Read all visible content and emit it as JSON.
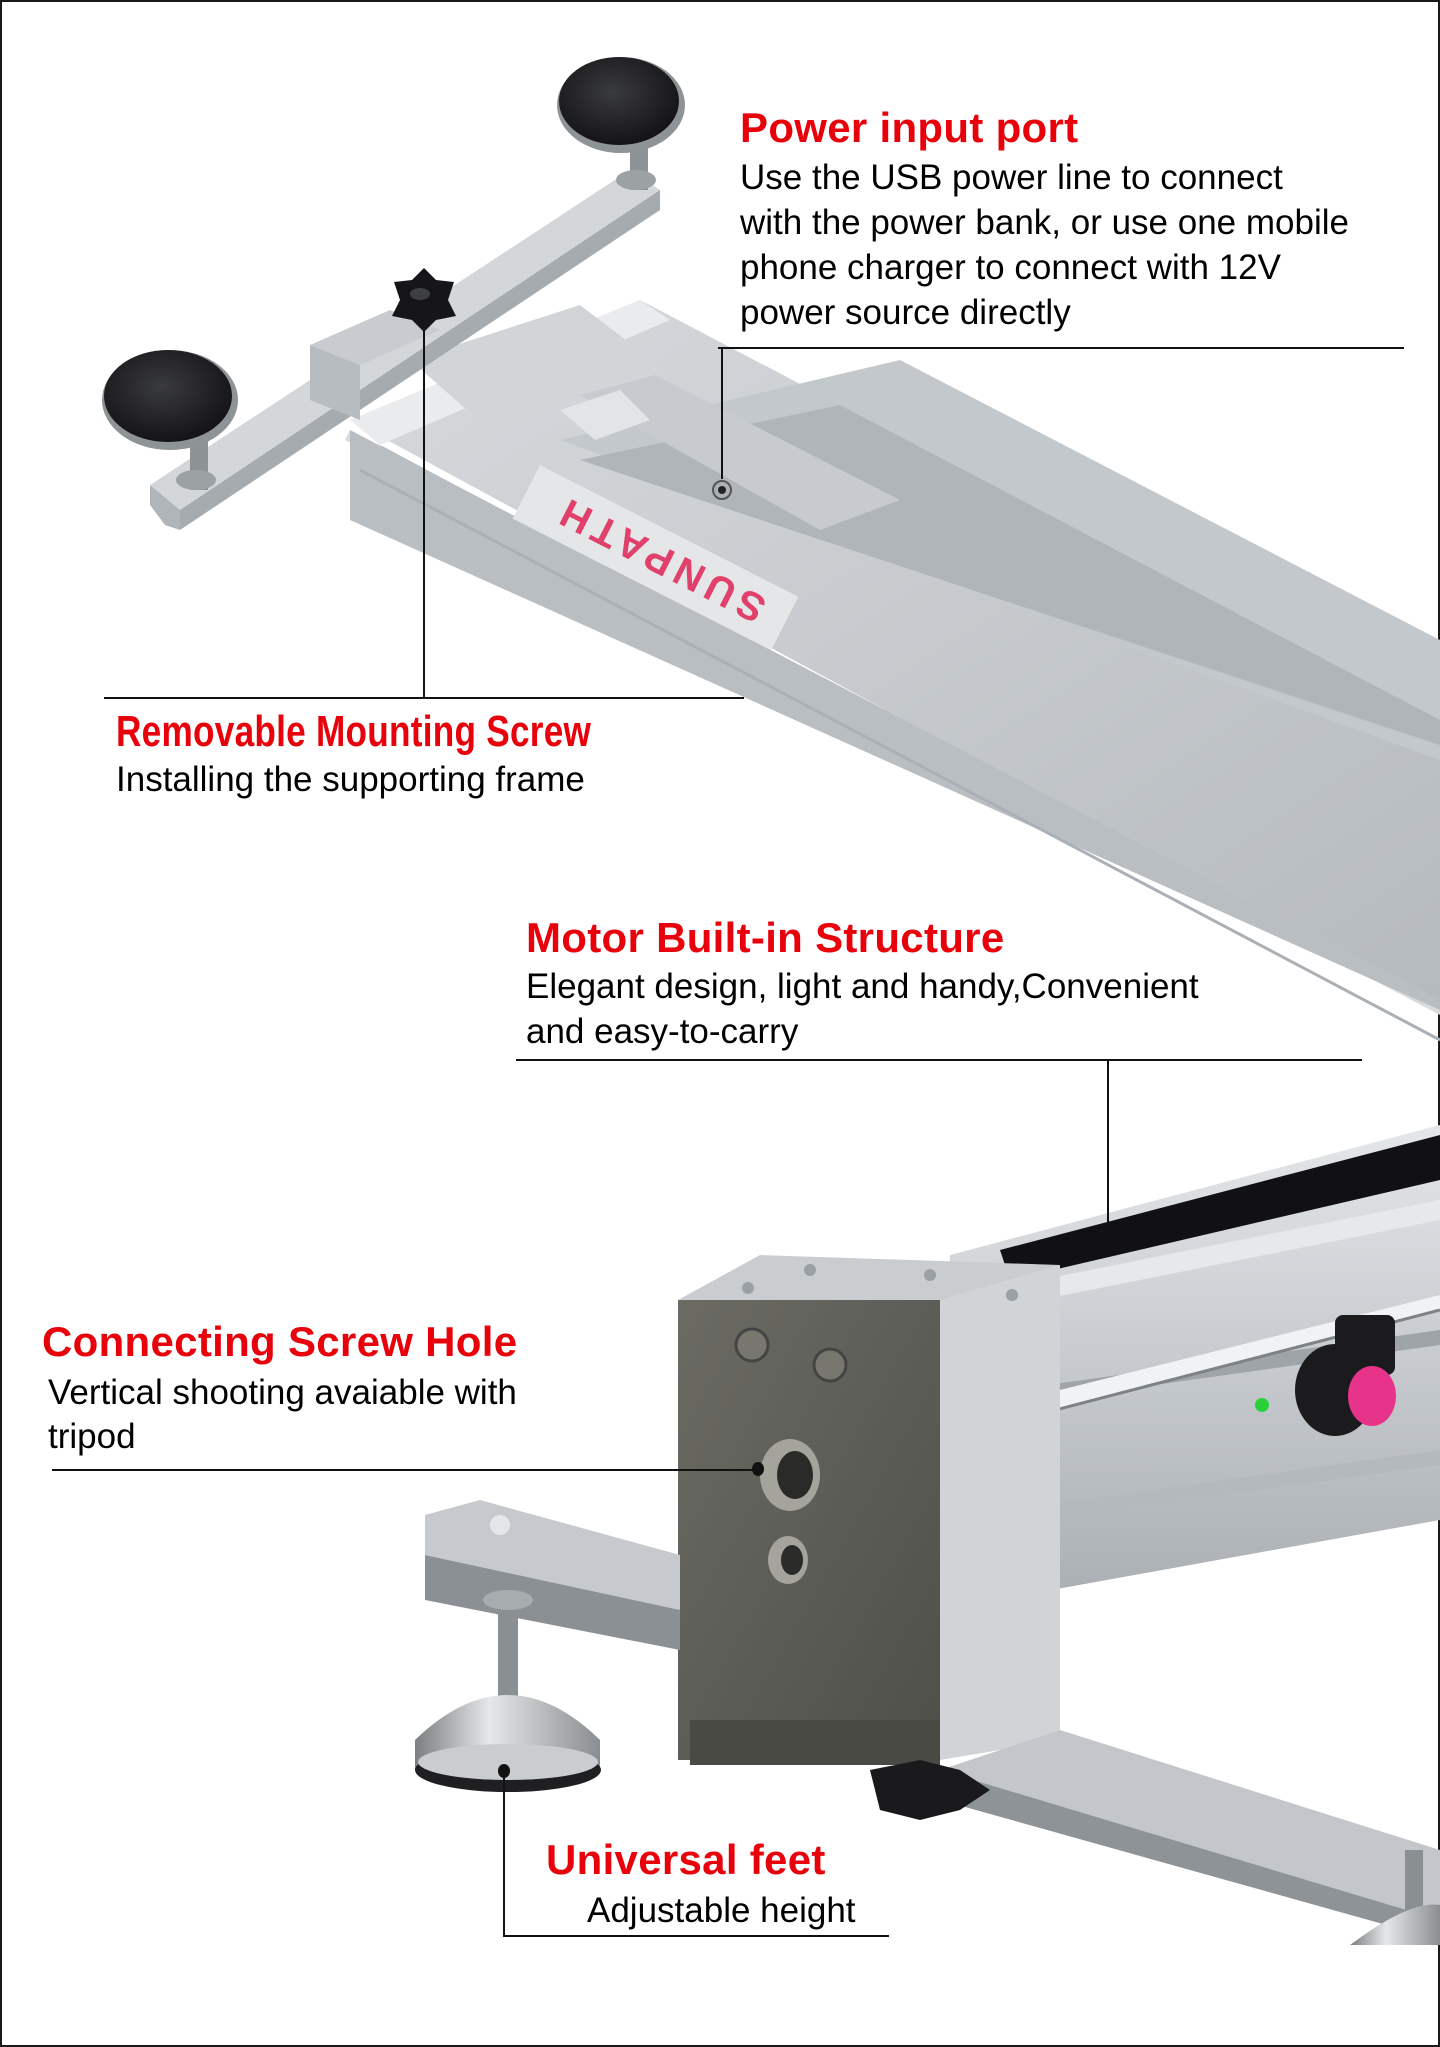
{
  "image": {
    "description": "Product feature diagram of an aluminum motorized camera slider",
    "brand_label": "SUNPATH",
    "colors": {
      "heading_red": "#e8000b",
      "body_text": "#000000",
      "aluminum": "#c9cdd0",
      "aluminum_dark": "#8f9499",
      "endcap_dark": "#5e5e58",
      "rubber_black": "#1b1b1d",
      "brand_pink": "#e0406a",
      "led_green": "#29d138",
      "knob_pink": "#e8338a"
    }
  },
  "callouts": [
    {
      "id": "power-input-port",
      "title": "Power input port",
      "lines": [
        "Use the USB power line to connect",
        "with the power bank, or use one mobile",
        "phone charger to connect with 12V",
        "power source directly"
      ]
    },
    {
      "id": "removable-mounting-screw",
      "title": "Removable Mounting Screw",
      "lines": [
        "Installing the supporting frame"
      ]
    },
    {
      "id": "motor-built-in-structure",
      "title": "Motor Built-in Structure",
      "lines": [
        "Elegant design, light and handy,Convenient",
        "and easy-to-carry"
      ]
    },
    {
      "id": "connecting-screw-hole",
      "title": "Connecting Screw Hole",
      "lines": [
        "Vertical shooting avaiable with",
        "tripod"
      ]
    },
    {
      "id": "universal-feet",
      "title": "Universal feet",
      "lines": [
        "Adjustable height"
      ]
    }
  ]
}
